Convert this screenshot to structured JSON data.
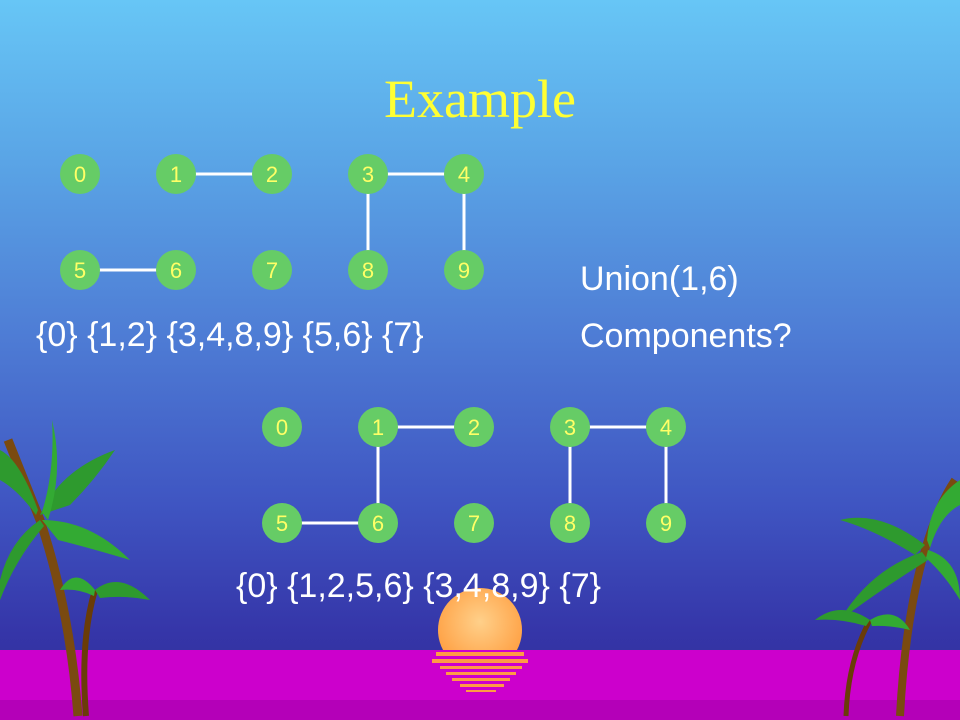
{
  "title": "Example",
  "top_graph": {
    "nodes": [
      "0",
      "1",
      "2",
      "3",
      "4",
      "5",
      "6",
      "7",
      "8",
      "9"
    ],
    "edges": [
      [
        "1",
        "2"
      ],
      [
        "3",
        "4"
      ],
      [
        "3",
        "8"
      ],
      [
        "4",
        "9"
      ],
      [
        "5",
        "6"
      ]
    ],
    "components_text": "{0} {1,2} {3,4,8,9} {5,6} {7}"
  },
  "side_text": {
    "line1": "Union(1,6)",
    "line2": "Components?"
  },
  "bottom_graph": {
    "nodes": [
      "0",
      "1",
      "2",
      "3",
      "4",
      "5",
      "6",
      "7",
      "8",
      "9"
    ],
    "edges": [
      [
        "1",
        "2"
      ],
      [
        "1",
        "6"
      ],
      [
        "5",
        "6"
      ],
      [
        "3",
        "4"
      ],
      [
        "3",
        "8"
      ],
      [
        "4",
        "9"
      ]
    ],
    "components_text": "{0} {1,2,5,6} {3,4,8,9} {7}"
  },
  "colors": {
    "node_fill": "#66cc66",
    "node_label": "#ffff66",
    "edge": "#ffffff",
    "title": "#ffff33",
    "sun": "#ffaa55",
    "sea": "#cc00cc"
  }
}
